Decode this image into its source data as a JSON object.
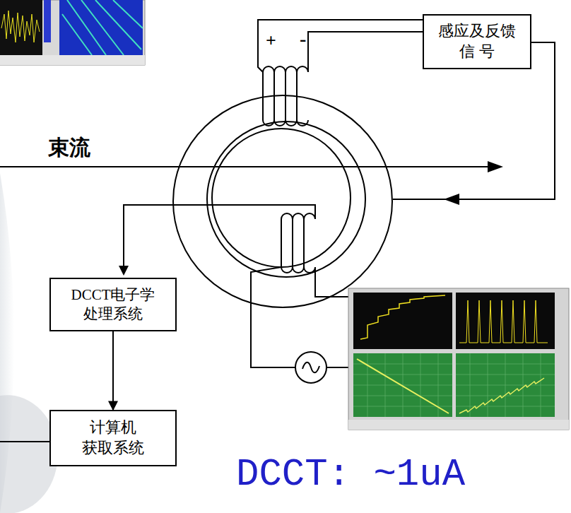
{
  "diagram": {
    "nodes": [
      {
        "text": [
          "感应及反馈 信 号"
        ]
      },
      {
        "text": [
          "DCCT电子学 处理系统"
        ]
      },
      {
        "text": [
          "计算机 获取系统"
        ]
      }
    ],
    "edges": [
      {
        "from": 1,
        "to": 2,
        "arrow": "to"
      }
    ],
    "labels": [
      "+",
      "-",
      "束流",
      "DCCT: ~1uA"
    ]
  }
}
